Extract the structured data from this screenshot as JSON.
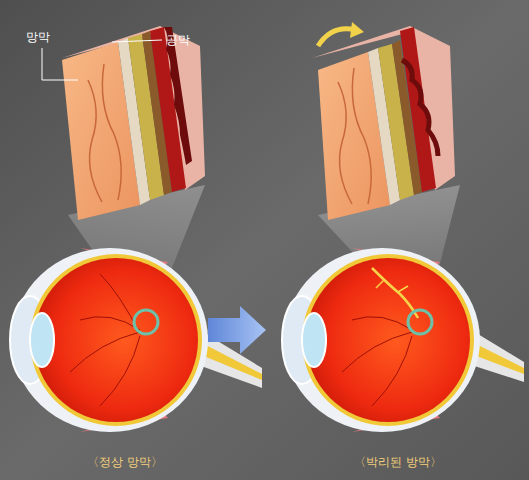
{
  "diagram": {
    "labels": [
      "망막",
      "공막",
      "〈정상 망막〉",
      "〈박리된 방막〉"
    ]
  }
}
